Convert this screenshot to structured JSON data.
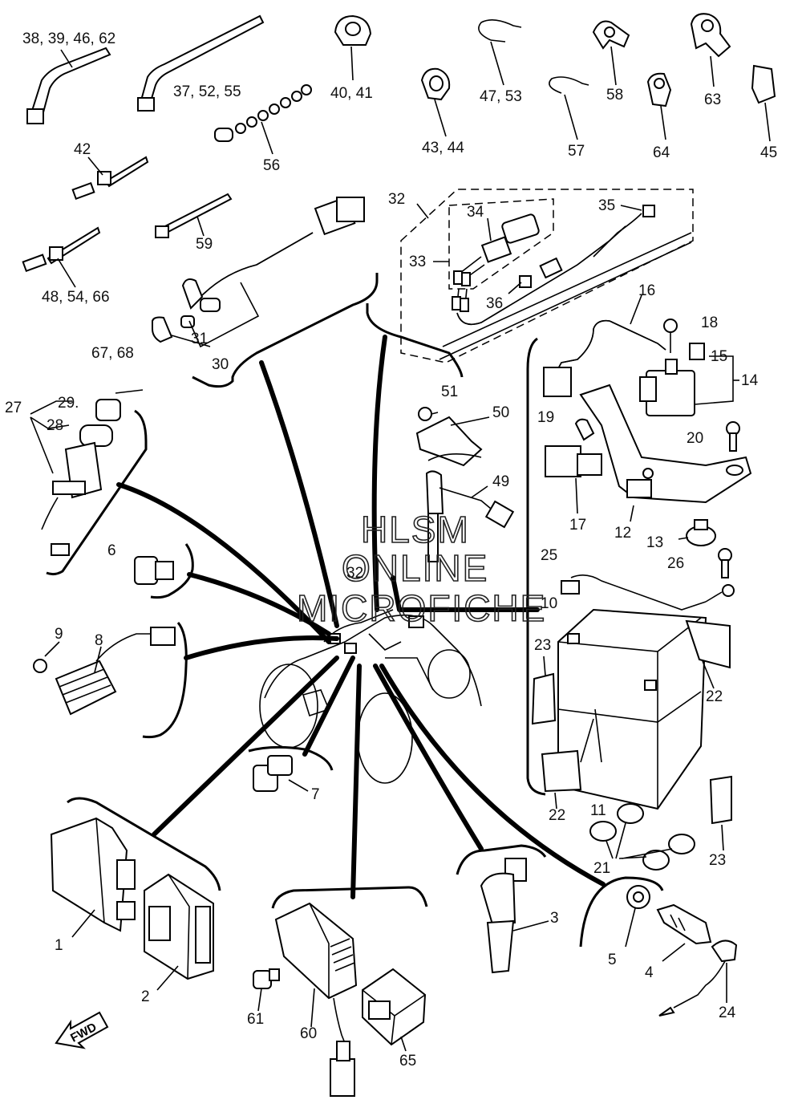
{
  "diagram": {
    "labels": [
      {
        "id": "38-39-46-62",
        "text": "38, 39, 46, 62"
      },
      {
        "id": "37-52-55",
        "text": "37, 52, 55"
      },
      {
        "id": "40-41",
        "text": "40, 41"
      },
      {
        "id": "47-53",
        "text": "47, 53"
      },
      {
        "id": "58",
        "text": "58"
      },
      {
        "id": "63",
        "text": "63"
      },
      {
        "id": "56",
        "text": "56"
      },
      {
        "id": "43-44",
        "text": "43, 44"
      },
      {
        "id": "57",
        "text": "57"
      },
      {
        "id": "64",
        "text": "64"
      },
      {
        "id": "45",
        "text": "45"
      },
      {
        "id": "42",
        "text": "42"
      },
      {
        "id": "59",
        "text": "59"
      },
      {
        "id": "48-54-66",
        "text": "48, 54, 66"
      },
      {
        "id": "32a",
        "text": "32"
      },
      {
        "id": "34",
        "text": "34"
      },
      {
        "id": "35",
        "text": "35"
      },
      {
        "id": "33",
        "text": "33"
      },
      {
        "id": "36",
        "text": "36"
      },
      {
        "id": "16",
        "text": "16"
      },
      {
        "id": "18",
        "text": "18"
      },
      {
        "id": "15",
        "text": "15"
      },
      {
        "id": "14",
        "text": "14"
      },
      {
        "id": "31",
        "text": "31"
      },
      {
        "id": "30",
        "text": "30"
      },
      {
        "id": "67-68",
        "text": "67, 68"
      },
      {
        "id": "29",
        "text": "29."
      },
      {
        "id": "27",
        "text": "27"
      },
      {
        "id": "28",
        "text": "28"
      },
      {
        "id": "51",
        "text": "51"
      },
      {
        "id": "50",
        "text": "50"
      },
      {
        "id": "19",
        "text": "19"
      },
      {
        "id": "20",
        "text": "20"
      },
      {
        "id": "49",
        "text": "49"
      },
      {
        "id": "17",
        "text": "17"
      },
      {
        "id": "12",
        "text": "12"
      },
      {
        "id": "13",
        "text": "13"
      },
      {
        "id": "6",
        "text": "6"
      },
      {
        "id": "32b",
        "text": "32"
      },
      {
        "id": "25",
        "text": "25"
      },
      {
        "id": "26",
        "text": "26"
      },
      {
        "id": "10",
        "text": "10"
      },
      {
        "id": "9",
        "text": "9"
      },
      {
        "id": "8",
        "text": "8"
      },
      {
        "id": "23a",
        "text": "23"
      },
      {
        "id": "22a",
        "text": "22"
      },
      {
        "id": "7",
        "text": "7"
      },
      {
        "id": "22b",
        "text": "22"
      },
      {
        "id": "11",
        "text": "11"
      },
      {
        "id": "23b",
        "text": "23"
      },
      {
        "id": "21",
        "text": "21"
      },
      {
        "id": "1",
        "text": "1"
      },
      {
        "id": "3",
        "text": "3"
      },
      {
        "id": "5",
        "text": "5"
      },
      {
        "id": "4",
        "text": "4"
      },
      {
        "id": "2",
        "text": "2"
      },
      {
        "id": "61",
        "text": "61"
      },
      {
        "id": "60",
        "text": "60"
      },
      {
        "id": "24",
        "text": "24"
      },
      {
        "id": "65",
        "text": "65"
      }
    ],
    "fwd_label": "FWD",
    "watermark": [
      "HLSM",
      "ONLINE",
      "MICROFICHE"
    ]
  }
}
